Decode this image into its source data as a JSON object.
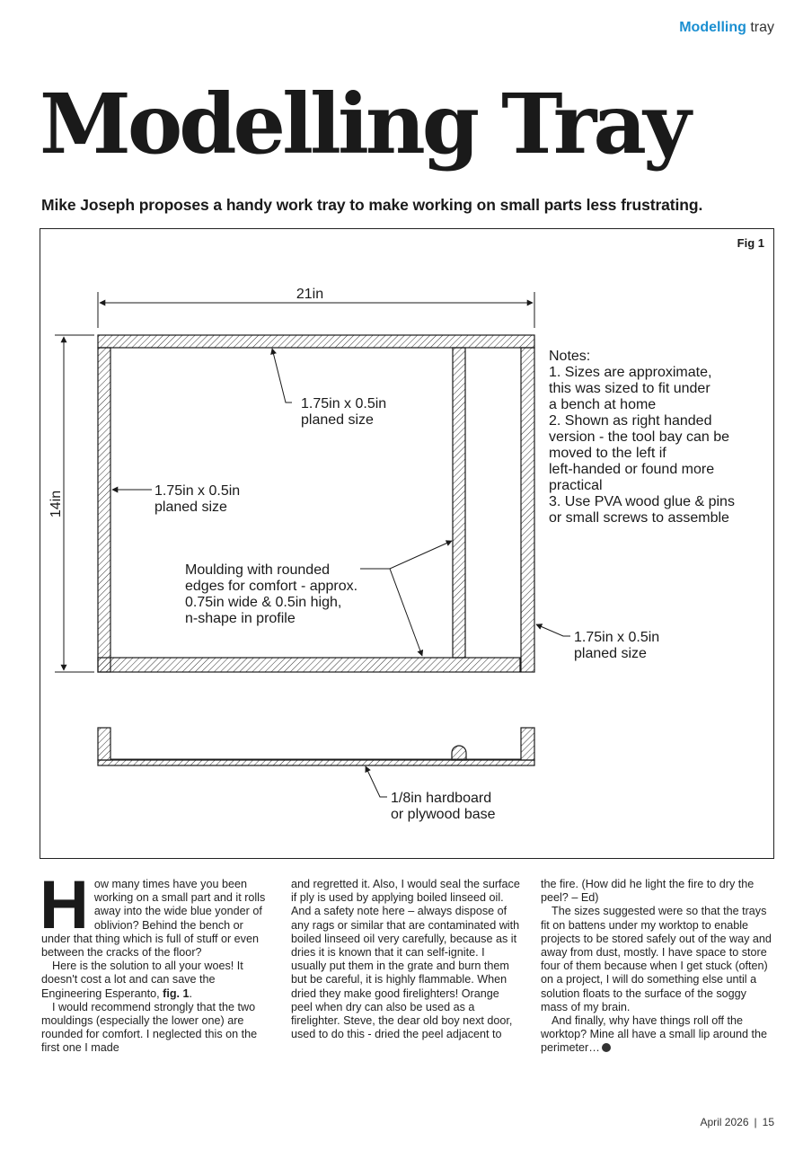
{
  "running_head": {
    "highlight": "Modelling",
    "rest": " tray"
  },
  "title": "Modelling Tray",
  "standfirst": {
    "author": "Mike Joseph",
    "text": " proposes a handy work tray to make working on small parts less frustrating."
  },
  "figure": {
    "label": "Fig 1",
    "width_dim": "21in",
    "height_dim": "14in",
    "top_rail": [
      "1.75in x 0.5in",
      "planed size"
    ],
    "left_rail": [
      "1.75in x 0.5in",
      "planed size"
    ],
    "right_rail": [
      "1.75in x 0.5in",
      "planed size"
    ],
    "moulding": [
      "Moulding with rounded",
      "edges for comfort - approx.",
      "0.75in wide & 0.5in high,",
      "n-shape in profile"
    ],
    "notes": [
      "Notes:",
      "1. Sizes are approximate,",
      "this was sized to fit under",
      "a bench at home",
      "2. Shown as right handed",
      "version - the tool bay can be",
      "moved to the left if",
      "left-handed or found more",
      "practical",
      "3. Use PVA wood glue & pins",
      "or small screws to assemble"
    ],
    "base": [
      "1/8in hardboard",
      "or plywood base"
    ]
  },
  "body": {
    "dropcap": "H",
    "col1_p1": "ow many times have you been working on a small part and it rolls away into the wide blue yonder of oblivion? Behind the bench or under that thing which is full of stuff or even between the cracks of the floor?",
    "col1_p2": "Here is the solution to all your woes! It doesn't cost a lot and can save the Engineering Esperanto, ",
    "col1_p2_ref": "fig. 1",
    "col1_p2_end": ".",
    "col1_p3": "I would recommend strongly that the two mouldings (especially the lower one) are rounded for comfort. I neglected this on the first one I made",
    "col2_p1": "and regretted it. Also, I would seal the surface if ply is used by applying boiled linseed oil. And a safety note here – always dispose of any rags or similar that are contaminated with boiled linseed oil very carefully, because as it dries it is known that it can self-ignite. I usually put them in the grate and burn them but be careful, it is highly flammable. When dried they make good firelighters! Orange peel when dry can also be used as a firelighter. Steve, the dear old boy next door, used to do this - dried the peel adjacent to",
    "col3_p1": "the fire. (How did he light the fire to dry the peel? – Ed)",
    "col3_p2": "The sizes suggested were so that the trays fit on battens under my worktop to enable projects to be stored safely out of the way and away from dust, mostly. I have space to store four of them because when I get stuck (often) on a project, I will do something else until a solution floats to the surface of the soggy mass of my brain.",
    "col3_p3": "And finally, why have things roll off the worktop? Mine all have a small lip around the perimeter…"
  },
  "folio": {
    "date": "April 2026",
    "separator": "|",
    "page": "15"
  }
}
